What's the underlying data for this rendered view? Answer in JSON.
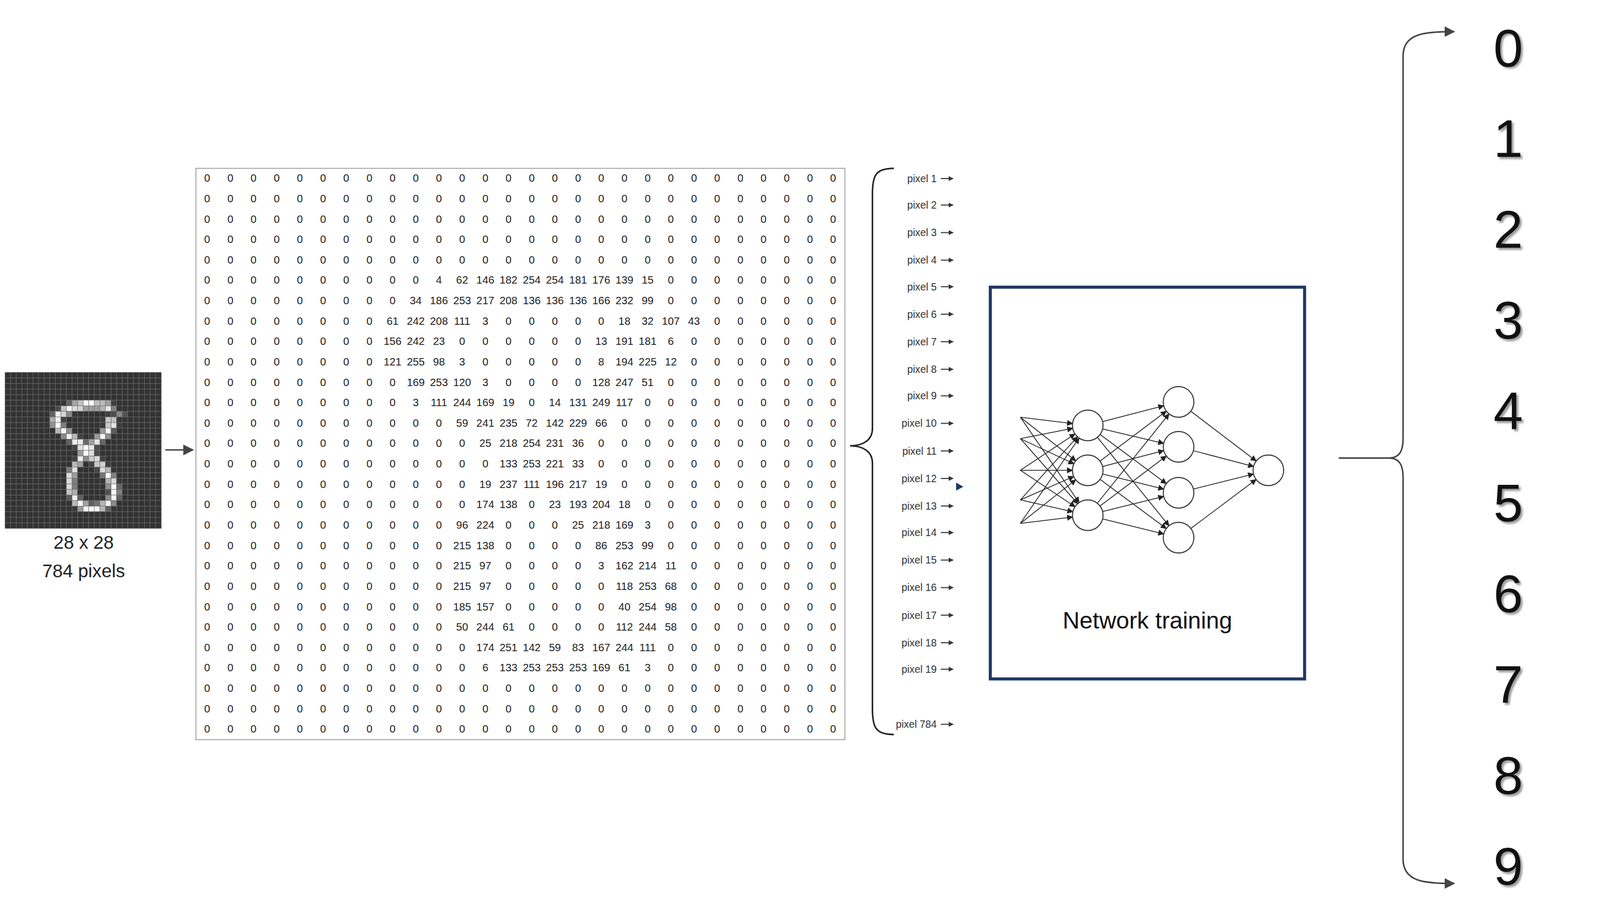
{
  "diagram": {
    "nodes": [
      {
        "text": [
          "Network training"
        ]
      }
    ],
    "labels": [
      "28 x 28",
      "784 pixels",
      "0",
      "0",
      "0",
      "0",
      "0",
      "0",
      "0",
      "0",
      "0",
      "0",
      "0",
      "0",
      "0",
      "0",
      "0",
      "0",
      "0",
      "0",
      "0",
      "0",
      "0",
      "0",
      "0",
      "0",
      "0",
      "0",
      "0",
      "0",
      "0",
      "0",
      "0",
      "0",
      "0",
      "0",
      "0",
      "0",
      "0",
      "0",
      "0",
      "0",
      "0",
      "0",
      "0",
      "0",
      "0",
      "0",
      "0",
      "0",
      "0",
      "0",
      "0",
      "0",
      "0",
      "0",
      "0",
      "0",
      "0",
      "0",
      "0",
      "0",
      "0",
      "0",
      "0",
      "0",
      "0",
      "0",
      "0",
      "0",
      "0",
      "0",
      "0",
      "0",
      "0",
      "0",
      "0",
      "0",
      "0",
      "0",
      "0",
      "0",
      "0",
      "0",
      "0",
      "0",
      "0",
      "0",
      "0",
      "0",
      "0",
      "0",
      "0",
      "0",
      "0",
      "0",
      "0",
      "0",
      "0",
      "0",
      "0",
      "0",
      "0",
      "0",
      "0",
      "0",
      "0",
      "0",
      "0",
      "0",
      "0",
      "0",
      "0",
      "0",
      "0",
      "0",
      "0",
      "0",
      "0",
      "0",
      "0",
      "0",
      "0",
      "0",
      "0",
      "0",
      "0",
      "0",
      "0",
      "0",
      "0",
      "0",
      "0",
      "0",
      "0",
      "0",
      "0",
      "0",
      "0",
      "0",
      "0",
      "0",
      "0",
      "0",
      "0",
      "0",
      "0",
      "0",
      "0",
      "0",
      "0",
      "0",
      "4",
      "62",
      "146",
      "182",
      "254",
      "254",
      "181",
      "176",
      "139",
      "15",
      "0",
      "0",
      "0",
      "0",
      "0",
      "0",
      "0",
      "0",
      "0",
      "0",
      "0",
      "0",
      "0",
      "0",
      "0",
      "0",
      "0",
      "34",
      "186",
      "253",
      "217",
      "208",
      "136",
      "136",
      "136",
      "166",
      "232",
      "99",
      "0",
      "0",
      "0",
      "0",
      "0",
      "0",
      "0",
      "0",
      "0",
      "0",
      "0",
      "0",
      "0",
      "0",
      "0",
      "0",
      "61",
      "242",
      "208",
      "111",
      "3",
      "0",
      "0",
      "0",
      "0",
      "0",
      "18",
      "32",
      "107",
      "43",
      "0",
      "0",
      "0",
      "0",
      "0",
      "0",
      "0",
      "0",
      "0",
      "0",
      "0",
      "0",
      "0",
      "0",
      "156",
      "242",
      "23",
      "0",
      "0",
      "0",
      "0",
      "0",
      "0",
      "13",
      "191",
      "181",
      "6",
      "0",
      "0",
      "0",
      "0",
      "0",
      "0",
      "0",
      "0",
      "0",
      "0",
      "0",
      "0",
      "0",
      "0",
      "0",
      "121",
      "255",
      "98",
      "3",
      "0",
      "0",
      "0",
      "0",
      "0",
      "8",
      "194",
      "225",
      "12",
      "0",
      "0",
      "0",
      "0",
      "0",
      "0",
      "0",
      "0",
      "0",
      "0",
      "0",
      "0",
      "0",
      "0",
      "0",
      "0",
      "169",
      "253",
      "120",
      "3",
      "0",
      "0",
      "0",
      "0",
      "128",
      "247",
      "51",
      "0",
      "0",
      "0",
      "0",
      "0",
      "0",
      "0",
      "0",
      "0",
      "0",
      "0",
      "0",
      "0",
      "0",
      "0",
      "0",
      "0",
      "3",
      "111",
      "244",
      "169",
      "19",
      "0",
      "14",
      "131",
      "249",
      "117",
      "0",
      "0",
      "0",
      "0",
      "0",
      "0",
      "0",
      "0",
      "0",
      "0",
      "0",
      "0",
      "0",
      "0",
      "0",
      "0",
      "0",
      "0",
      "0",
      "0",
      "59",
      "241",
      "235",
      "72",
      "142",
      "229",
      "66",
      "0",
      "0",
      "0",
      "0",
      "0",
      "0",
      "0",
      "0",
      "0",
      "0",
      "0",
      "0",
      "0",
      "0",
      "0",
      "0",
      "0",
      "0",
      "0",
      "0",
      "0",
      "0",
      "25",
      "218",
      "254",
      "231",
      "36",
      "0",
      "0",
      "0",
      "0",
      "0",
      "0",
      "0",
      "0",
      "0",
      "0",
      "0",
      "0",
      "0",
      "0",
      "0",
      "0",
      "0",
      "0",
      "0",
      "0",
      "0",
      "0",
      "0",
      "0",
      "133",
      "253",
      "221",
      "33",
      "0",
      "0",
      "0",
      "0",
      "0",
      "0",
      "0",
      "0",
      "0",
      "0",
      "0",
      "0",
      "0",
      "0",
      "0",
      "0",
      "0",
      "0",
      "0",
      "0",
      "0",
      "0",
      "0",
      "19",
      "237",
      "111",
      "196",
      "217",
      "19",
      "0",
      "0",
      "0",
      "0",
      "0",
      "0",
      "0",
      "0",
      "0",
      "0",
      "0",
      "0",
      "0",
      "0",
      "0",
      "0",
      "0",
      "0",
      "0",
      "0",
      "0",
      "0",
      "174",
      "138",
      "0",
      "23",
      "193",
      "204",
      "18",
      "0",
      "0",
      "0",
      "0",
      "0",
      "0",
      "0",
      "0",
      "0",
      "0",
      "0",
      "0",
      "0",
      "0",
      "0",
      "0",
      "0",
      "0",
      "0",
      "0",
      "96",
      "224",
      "0",
      "0",
      "0",
      "25",
      "218",
      "169",
      "3",
      "0",
      "0",
      "0",
      "0",
      "0",
      "0",
      "0",
      "0",
      "0",
      "0",
      "0",
      "0",
      "0",
      "0",
      "0",
      "0",
      "0",
      "0",
      "0",
      "215",
      "138",
      "0",
      "0",
      "0",
      "0",
      "86",
      "253",
      "99",
      "0",
      "0",
      "0",
      "0",
      "0",
      "0",
      "0",
      "0",
      "0",
      "0",
      "0",
      "0",
      "0",
      "0",
      "0",
      "0",
      "0",
      "0",
      "0",
      "215",
      "97",
      "0",
      "0",
      "0",
      "0",
      "3",
      "162",
      "214",
      "11",
      "0",
      "0",
      "0",
      "0",
      "0",
      "0",
      "0",
      "0",
      "0",
      "0",
      "0",
      "0",
      "0",
      "0",
      "0",
      "0",
      "0",
      "0",
      "215",
      "97",
      "0",
      "0",
      "0",
      "0",
      "0",
      "118",
      "253",
      "68",
      "0",
      "0",
      "0",
      "0",
      "0",
      "0",
      "0",
      "0",
      "0",
      "0",
      "0",
      "0",
      "0",
      "0",
      "0",
      "0",
      "0",
      "0",
      "185",
      "157",
      "0",
      "0",
      "0",
      "0",
      "0",
      "40",
      "254",
      "98",
      "0",
      "0",
      "0",
      "0",
      "0",
      "0",
      "0",
      "0",
      "0",
      "0",
      "0",
      "0",
      "0",
      "0",
      "0",
      "0",
      "0",
      "0",
      "50",
      "244",
      "61",
      "0",
      "0",
      "0",
      "0",
      "112",
      "244",
      "58",
      "0",
      "0",
      "0",
      "0",
      "0",
      "0",
      "0",
      "0",
      "0",
      "0",
      "0",
      "0",
      "0",
      "0",
      "0",
      "0",
      "0",
      "0",
      "0",
      "174",
      "251",
      "142",
      "59",
      "83",
      "167",
      "244",
      "111",
      "0",
      "0",
      "0",
      "0",
      "0",
      "0",
      "0",
      "0",
      "0",
      "0",
      "0",
      "0",
      "0",
      "0",
      "0",
      "0",
      "0",
      "0",
      "0",
      "0",
      "6",
      "133",
      "253",
      "253",
      "253",
      "169",
      "61",
      "3",
      "0",
      "0",
      "0",
      "0",
      "0",
      "0",
      "0",
      "0",
      "0",
      "0",
      "0",
      "0",
      "0",
      "0",
      "0",
      "0",
      "0",
      "0",
      "0",
      "0",
      "0",
      "0",
      "0",
      "0",
      "0",
      "0",
      "0",
      "0",
      "0",
      "0",
      "0",
      "0",
      "0",
      "0",
      "0",
      "0",
      "0",
      "0",
      "0",
      "0",
      "0",
      "0",
      "0",
      "0",
      "0",
      "0",
      "0",
      "0",
      "0",
      "0",
      "0",
      "0",
      "0",
      "0",
      "0",
      "0",
      "0",
      "0",
      "0",
      "0",
      "0",
      "0",
      "0",
      "0",
      "0",
      "0",
      "0",
      "0",
      "0",
      "0",
      "0",
      "0",
      "0",
      "0",
      "0",
      "0",
      "0",
      "0",
      "0",
      "0",
      "0",
      "0",
      "0",
      "0",
      "0",
      "0",
      "0",
      "0",
      "0",
      "0",
      "0",
      "0",
      "pixel 1",
      "pixel 2",
      "pixel 3",
      "pixel 4",
      "pixel 5",
      "pixel 6",
      "pixel 7",
      "pixel 8",
      "pixel 9",
      "pixel 10",
      "pixel 11",
      "pixel 12",
      "pixel 13",
      "pixel 14",
      "pixel 15",
      "pixel 16",
      "pixel 17",
      "pixel 18",
      "pixel 19",
      "pixel 784",
      "0",
      "1",
      "2",
      "3",
      "4",
      "5",
      "6",
      "7",
      "8",
      "9"
    ]
  }
}
